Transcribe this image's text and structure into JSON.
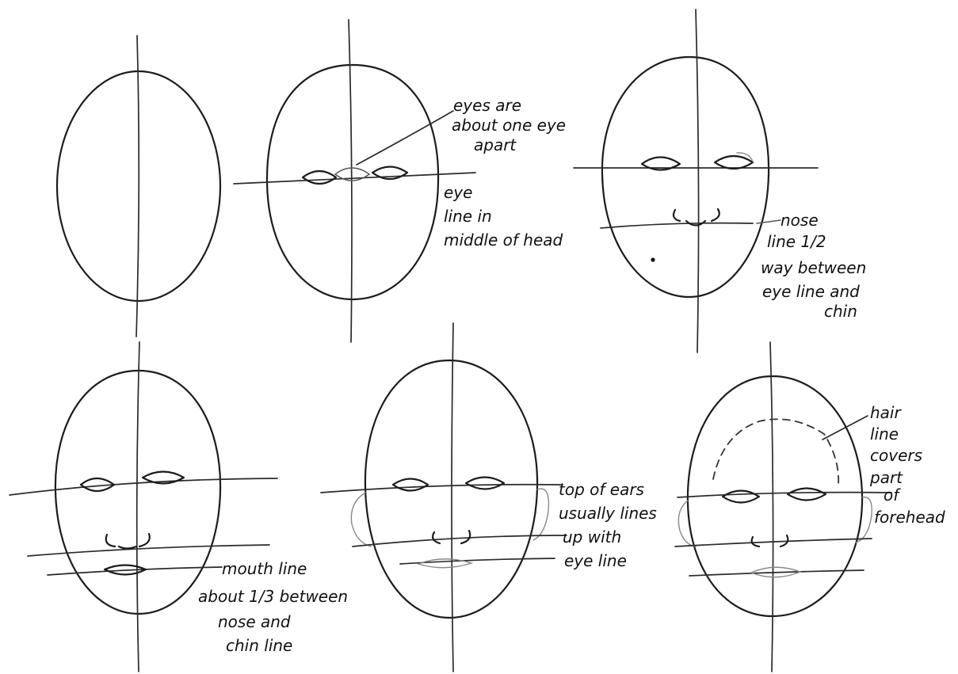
{
  "annotations": {
    "eye_spacing": [
      "eyes are",
      "about one eye",
      "apart"
    ],
    "eye_line": [
      "eye",
      "line in",
      "middle of head"
    ],
    "nose_line": [
      "nose",
      "line 1/2",
      "way between",
      "eye line and",
      "chin"
    ],
    "mouth_line": [
      "mouth line",
      "about 1/3 between",
      "nose and",
      "chin line"
    ],
    "ears": [
      "top of ears",
      "usually lines",
      "up with",
      "eye line"
    ],
    "hair_line": [
      "hair",
      "line",
      "covers",
      "part",
      "of",
      "forehead"
    ]
  }
}
